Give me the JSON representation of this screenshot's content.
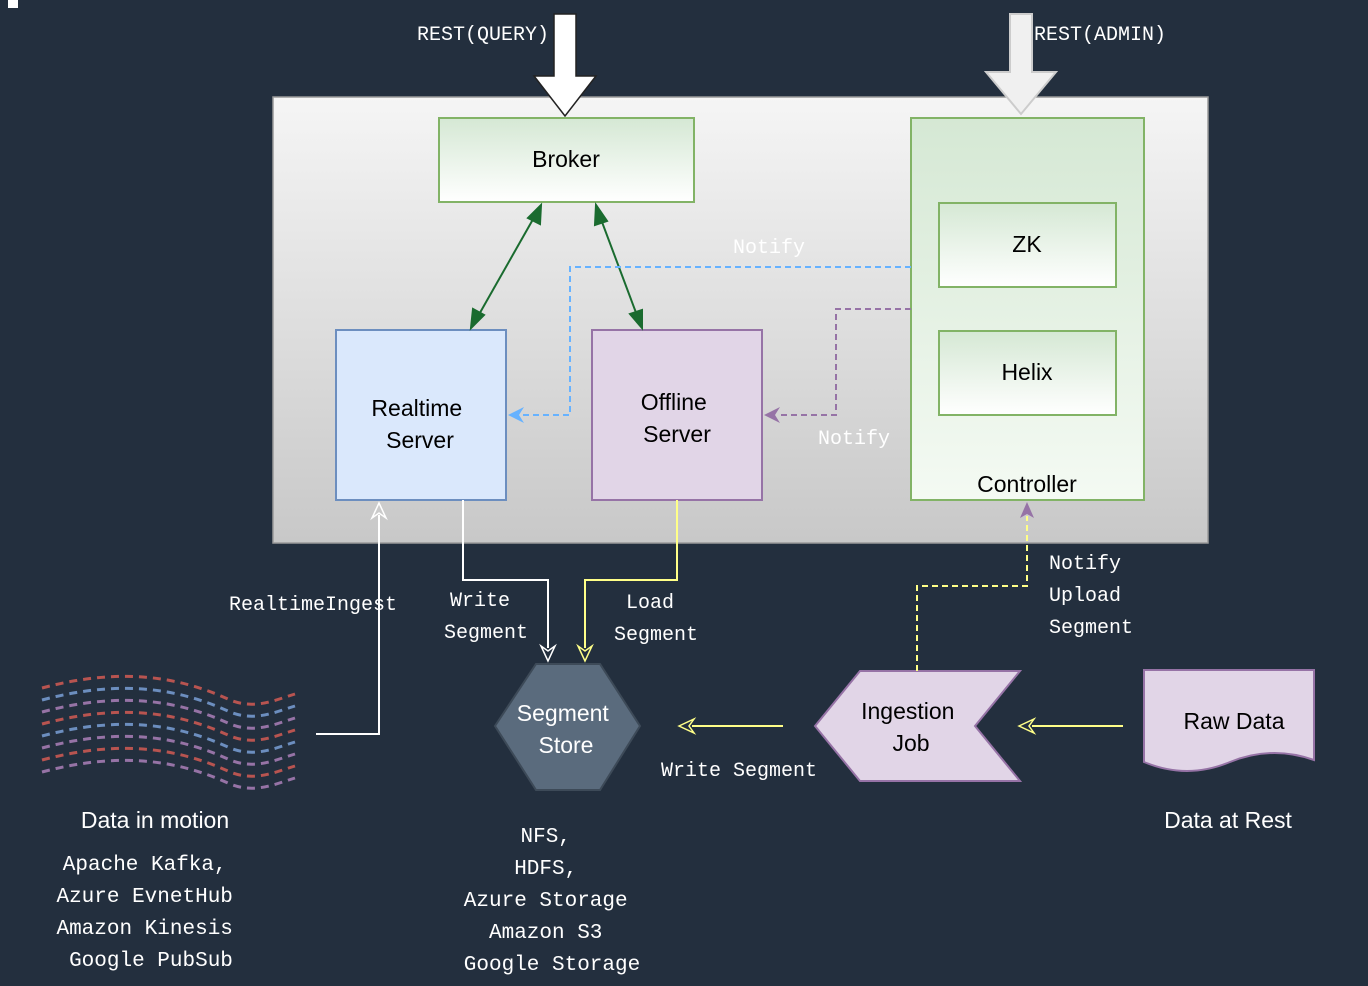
{
  "colors": {
    "background": "#232f3e",
    "green_fill": "#d5e8d4",
    "green_stroke": "#82b366",
    "blue_fill": "#dae8fc",
    "blue_stroke": "#6c8ebf",
    "purple_fill": "#e1d5e7",
    "purple_stroke": "#9673a6",
    "segment_store_fill": "#5a6b7d",
    "notify_blue": "#66b2ff",
    "notify_purple": "#9673a6",
    "notify_yellow": "#ffff88",
    "arrow_green": "#1a6b2f",
    "wave_red": "#b85450",
    "wave_blue": "#6c8ebf",
    "wave_purple": "#9673a6"
  },
  "labels": {
    "rest_query": "REST(QUERY)",
    "rest_admin": "REST(ADMIN)",
    "broker": "Broker",
    "zk": "ZK",
    "helix": "Helix",
    "controller": "Controller",
    "realtime_server": [
      "Realtime",
      "Server"
    ],
    "offline_server": [
      "Offline",
      "Server"
    ],
    "notify_top": "Notify",
    "notify_mid": "Notify",
    "notify_upload": [
      "Notify",
      "Upload",
      "Segment"
    ],
    "realtime_ingest": "RealtimeIngest",
    "write_segment_server": [
      "Write",
      "Segment"
    ],
    "load_segment": [
      "Load",
      "Segment"
    ],
    "segment_store": [
      "Segment",
      "Store"
    ],
    "write_segment_job": "Write Segment",
    "ingestion_job": [
      "Ingestion",
      "Job"
    ],
    "raw_data": "Raw Data",
    "data_in_motion": "Data in motion",
    "data_at_rest": "Data at Rest",
    "motion_sources": [
      "Apache Kafka,",
      "Azure EvnetHub",
      "Amazon Kinesis",
      "Google PubSub"
    ],
    "store_types": [
      "NFS,",
      "HDFS,",
      "Azure Storage",
      "Amazon S3",
      "Google Storage"
    ]
  }
}
